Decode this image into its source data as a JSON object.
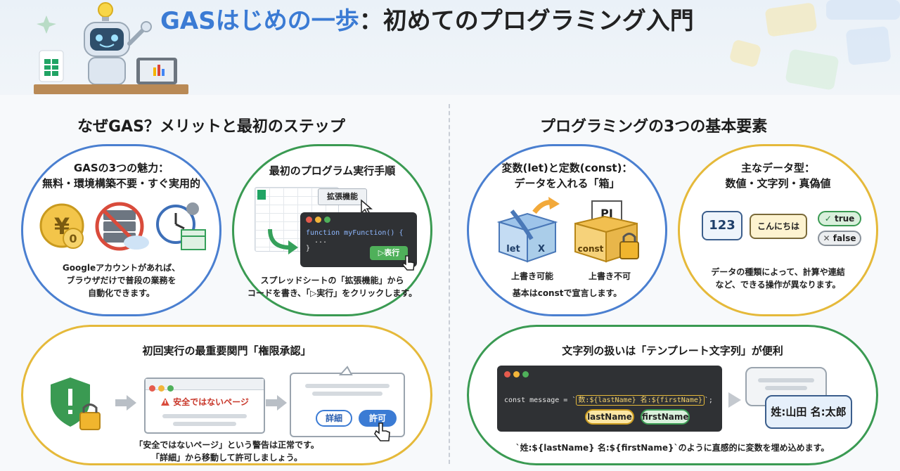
{
  "header": {
    "title_accent": "GASはじめの一歩",
    "title_rest": "：初めてのプログラミング入門"
  },
  "left": {
    "heading": "なぜGAS？メリットと最初のステップ",
    "charm": {
      "title_line1": "GASの3つの魅力：",
      "title_line2": "無料・環境構築不要・すぐ実用的",
      "desc_line1": "Googleアカウントがあれば、",
      "desc_line2": "ブラウザだけで普段の業務を",
      "desc_line3": "自動化できます。",
      "yen_symbol": "¥",
      "zero": "0"
    },
    "steps": {
      "title": "最初のプログラム実行手順",
      "menu_label": "拡張機能",
      "code_line1": "function myFunction() {",
      "code_line2": "...",
      "code_line3": "}",
      "run_label": "▷表行",
      "desc_line1": "スプレッドシートの「拡張機能」から",
      "desc_line2": "コードを書き、「▷実行」をクリックします。"
    },
    "auth": {
      "title": "初回実行の最重要関門「権限承認」",
      "warning": "安全ではないページ",
      "details_btn": "詳細",
      "allow_btn": "許可",
      "desc_line1": "「安全ではないページ」という警告は正常です。",
      "desc_line2": "「詳細」から移動して許可しましょう。"
    }
  },
  "right": {
    "heading": "プログラミングの3つの基本要素",
    "vars": {
      "title_line1": "変数(let)と定数(const)：",
      "title_line2": "データを入れる「箱」",
      "let_label": "let",
      "x_label": "X",
      "const_label": "const",
      "pi_label": "PI",
      "rewritable": "上書き可能",
      "not_rewritable": "上書き不可",
      "note": "基本はconstで宣言します。"
    },
    "types": {
      "title_line1": "主なデータ型：",
      "title_line2": "数値・文字列・真偽値",
      "num": "123",
      "str": "こんにちは",
      "true_label": "true",
      "false_label": "false",
      "check": "✓",
      "cross": "✕",
      "desc_line1": "データの種類によって、計算や連結",
      "desc_line2": "など、できる操作が異なります。"
    },
    "template": {
      "title": "文字列の扱いは「テンプレート文字列」が便利",
      "code_prefix": "const message = `",
      "code_expr": "数:${lastName} 名:${firstName}",
      "code_suffix": "`;",
      "tag_last": "lastName",
      "tag_first": "firstName",
      "result": "姓:山田 名:太郎",
      "desc": "`姓:${lastName} 名:${firstName}`のように直感的に変数を埋め込めます。"
    }
  },
  "colors": {
    "blue": "#4a7fd0",
    "green": "#3a9a52",
    "yellow": "#e5b93a",
    "accent": "#3b7bd4"
  }
}
